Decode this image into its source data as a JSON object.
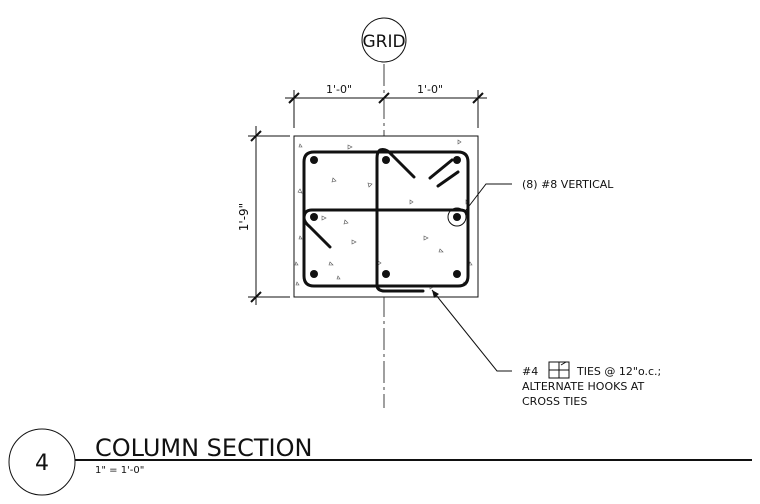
{
  "grid": {
    "label": "GRID"
  },
  "dimensions": {
    "top_left": "1'-0\"",
    "top_right": "1'-0\"",
    "vertical": "1'-9\""
  },
  "callouts": {
    "vertical_bars": "(8) #8 VERTICAL",
    "ties_prefix": "#4",
    "ties_suffix": "TIES @ 12\"o.c.;",
    "ties_line2": "ALTERNATE HOOKS AT",
    "ties_line3": "CROSS TIES"
  },
  "title_block": {
    "number": "4",
    "title": "COLUMN SECTION",
    "scale": "1\" = 1'-0\""
  }
}
